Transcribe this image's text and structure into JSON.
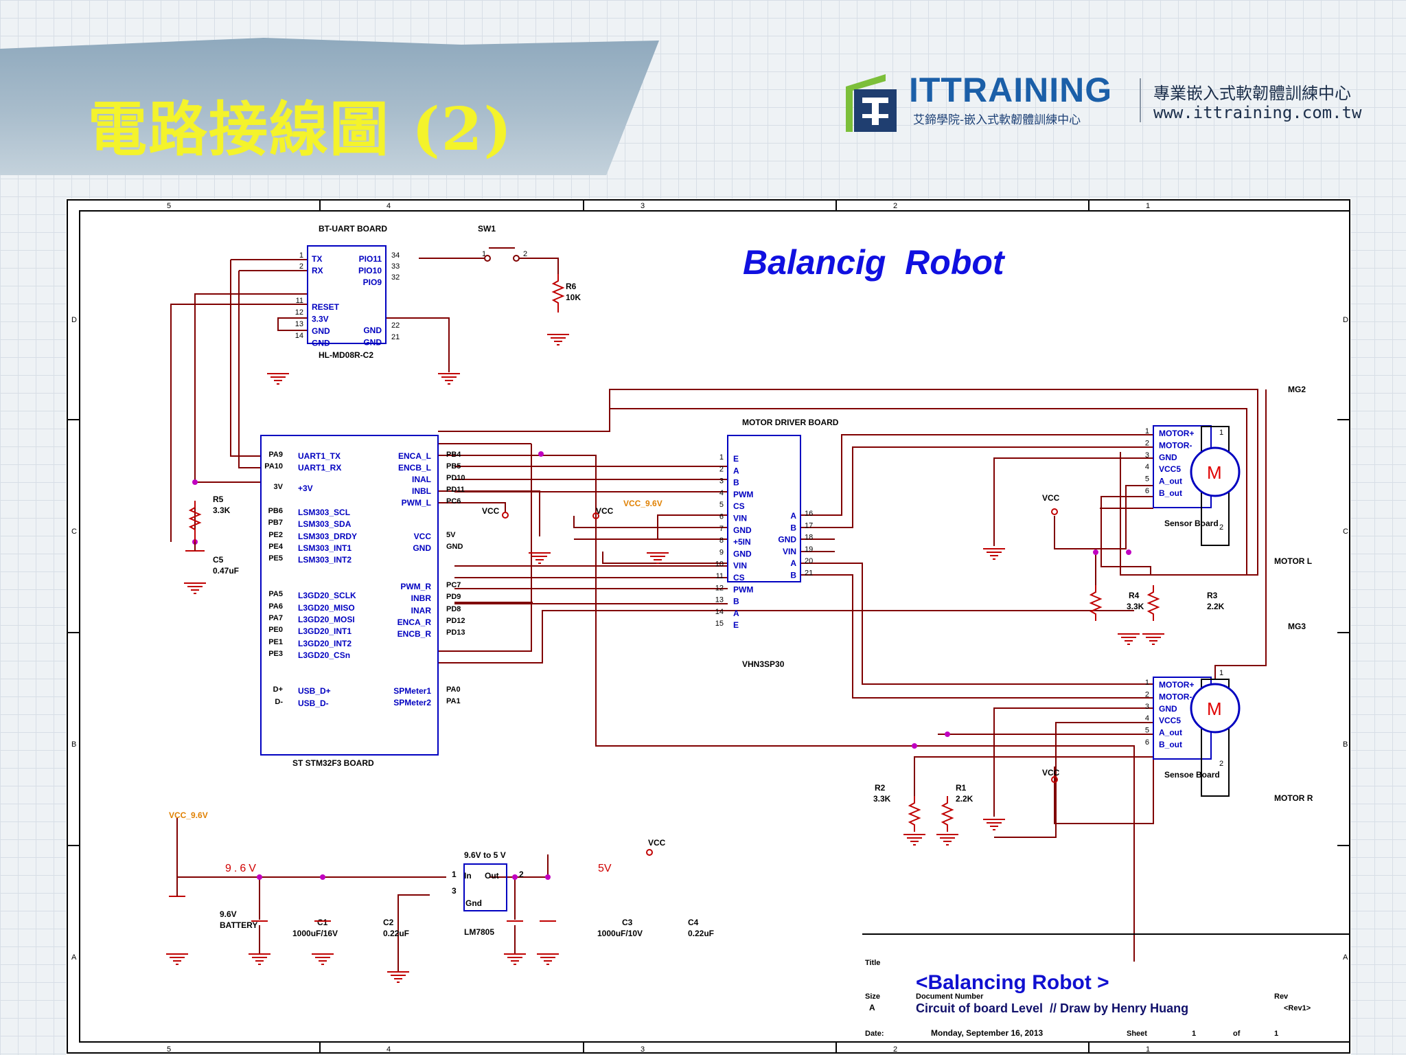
{
  "slide_title": "電路接線圖 (2)",
  "logo": {
    "name": "ITTRAINING",
    "subtitle": "艾鍗學院-嵌入式軟韌體訓練中心",
    "tagline": "專業嵌入式軟韌體訓練中心",
    "url": "www.ittraining.com.tw"
  },
  "schematic": {
    "banner_title": "Balancig  Robot",
    "frame": {
      "col_labels": [
        "5",
        "4",
        "3",
        "2",
        "1"
      ],
      "row_labels": [
        "D",
        "C",
        "B",
        "A"
      ]
    },
    "bt_board": {
      "title": "BT-UART BOARD",
      "part": "HL-MD08R-C2",
      "left_pins": [
        "TX",
        "RX",
        "RESET",
        "3.3V",
        "GND",
        "GND"
      ],
      "left_nums": [
        "1",
        "2",
        "11",
        "12",
        "13",
        "14"
      ],
      "right_pins": [
        "PIO11",
        "PIO10",
        "PIO9",
        "GND",
        "GND"
      ],
      "right_nums": [
        "34",
        "33",
        "32",
        "22",
        "21"
      ]
    },
    "switch": {
      "ref": "SW1",
      "pin1": "1",
      "pin2": "2"
    },
    "r6": {
      "ref": "R6",
      "value": "10K"
    },
    "stm32": {
      "title": "ST STM32F3 BOARD",
      "left_pins": [
        "UART1_TX",
        "UART1_RX",
        "+3V",
        "LSM303_SCL",
        "LSM303_SDA",
        "LSM303_DRDY",
        "LSM303_INT1",
        "LSM303_INT2",
        "L3GD20_SCLK",
        "L3GD20_MISO",
        "L3GD20_MOSI",
        "L3GD20_INT1",
        "L3GD20_INT2",
        "L3GD20_CSn",
        "USB_D+",
        "USB_D-"
      ],
      "left_nets": [
        "PA9",
        "PA10",
        "3V",
        "PB6",
        "PB7",
        "PE2",
        "PE4",
        "PE5",
        "PA5",
        "PA6",
        "PA7",
        "PE0",
        "PE1",
        "PE3",
        "D+",
        "D-"
      ],
      "right_pins_top": [
        "ENCA_L",
        "ENCB_L",
        "INAL",
        "INBL",
        "PWM_L"
      ],
      "right_nets_top": [
        "PB4",
        "PB5",
        "PD10",
        "PD11",
        "PC6"
      ],
      "right_pins_mid": [
        "VCC",
        "GND"
      ],
      "right_nets_mid": [
        "5V",
        "GND"
      ],
      "right_pins_bot": [
        "PWM_R",
        "INBR",
        "INAR",
        "ENCA_R",
        "ENCB_R"
      ],
      "right_nets_bot": [
        "PC7",
        "PD9",
        "PD8",
        "PD12",
        "PD13"
      ],
      "right_pins_sp": [
        "SPMeter1",
        "SPMeter2"
      ],
      "right_nets_sp": [
        "PA0",
        "PA1"
      ]
    },
    "r5": {
      "ref": "R5",
      "value": "3.3K"
    },
    "c5": {
      "ref": "C5",
      "value": "0.47uF"
    },
    "motor_driver": {
      "title": "MOTOR DRIVER BOARD",
      "part": "VHN3SP30",
      "left_pins": [
        "E",
        "A",
        "B",
        "PWM",
        "CS",
        "VIN",
        "GND",
        "+5IN",
        "GND",
        "VIN",
        "CS",
        "PWM",
        "B",
        "A",
        "E"
      ],
      "left_nums": [
        "1",
        "2",
        "3",
        "4",
        "5",
        "6",
        "7",
        "8",
        "9",
        "10",
        "11",
        "12",
        "13",
        "14",
        "15"
      ],
      "right_pins": [
        "A",
        "B",
        "GND",
        "VIN",
        "A",
        "B"
      ],
      "right_nums": [
        "16",
        "17",
        "18",
        "19",
        "20",
        "21"
      ],
      "vcc96": "VCC_9.6V",
      "vcc": "VCC"
    },
    "sensor_board_1": {
      "title": "Sensor Board",
      "pins": [
        "MOTOR+",
        "MOTOR-",
        "GND",
        "VCC5",
        "A_out",
        "B_out"
      ],
      "nums": [
        "1",
        "2",
        "3",
        "4",
        "5",
        "6"
      ]
    },
    "sensor_board_2": {
      "title": "Sensoe Board",
      "pins": [
        "MOTOR+",
        "MOTOR-",
        "GND",
        "VCC5",
        "A_out",
        "B_out"
      ],
      "nums": [
        "1",
        "2",
        "3",
        "4",
        "5",
        "6"
      ]
    },
    "motors": [
      {
        "ref": "MG2",
        "name": "MOTOR L",
        "symbol": "M",
        "pin1": "1",
        "pin2": "2"
      },
      {
        "ref": "MG3",
        "name": "MOTOR R",
        "symbol": "M",
        "pin1": "1",
        "pin2": "2"
      }
    ],
    "resistors_right": [
      {
        "ref": "R4",
        "value": "3.3K"
      },
      {
        "ref": "R3",
        "value": "2.2K"
      },
      {
        "ref": "R2",
        "value": "3.3K"
      },
      {
        "ref": "R1",
        "value": "2.2K"
      }
    ],
    "vcc_label": "VCC",
    "power": {
      "vcc96": "VCC_9.6V",
      "net96": "9.6V",
      "battery": [
        "9.6V",
        "BATTERY"
      ],
      "c1": {
        "ref": "C1",
        "value": "1000uF/16V"
      },
      "c2": {
        "ref": "C2",
        "value": "0.22uF"
      },
      "reg_title": "9.6V to 5 V",
      "reg_part": "LM7805",
      "reg_pins": [
        "In",
        "Out",
        "Gnd"
      ],
      "reg_nums": [
        "1",
        "3",
        "2"
      ],
      "net5": "5V",
      "vcc": "VCC",
      "c3": {
        "ref": "C3",
        "value": "1000uF/10V"
      },
      "c4": {
        "ref": "C4",
        "value": "0.22uF"
      }
    },
    "title_block": {
      "title_label": "Title",
      "title": "<Balancing Robot >",
      "size_label": "Size",
      "size": "A",
      "docnum_label": "Document Number",
      "docnum": "Circuit of board Level  // Draw by Henry Huang",
      "rev_label": "Rev",
      "rev": "<Rev1>",
      "date_label": "Date:",
      "date": "Monday, September 16, 2013",
      "sheet_label": "Sheet",
      "sheet": "1",
      "of_label": "of",
      "of": "1"
    }
  }
}
